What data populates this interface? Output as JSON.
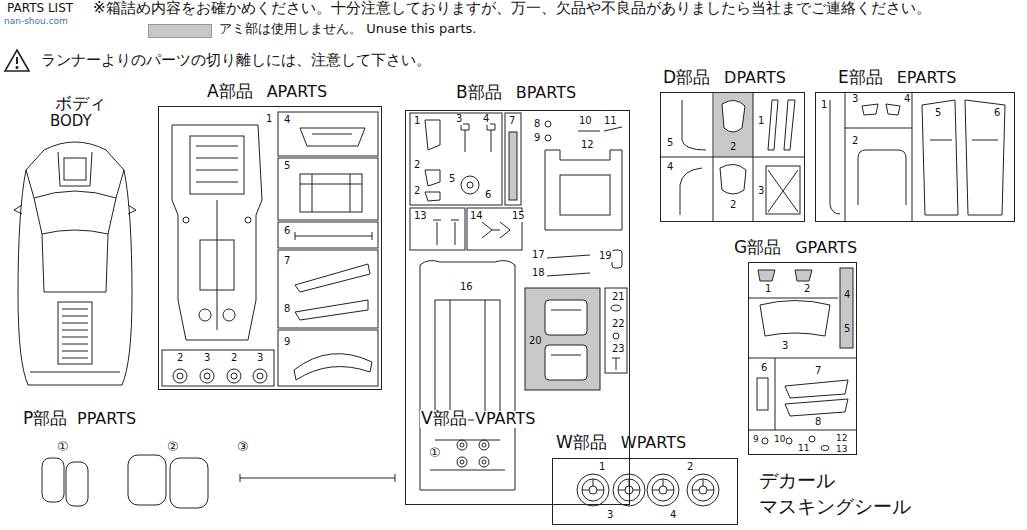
{
  "diagram": {
    "nodes": [
      {
        "text": [
          "A部品",
          "APARTS"
        ]
      },
      {
        "text": [
          "B部品",
          "BPARTS"
        ]
      },
      {
        "text": [
          "D部品",
          "DPARTS"
        ]
      },
      {
        "text": [
          "E部品",
          "EPARTS"
        ]
      },
      {
        "text": [
          "G部品",
          "GPARTS"
        ]
      },
      {
        "text": [
          "W部品",
          "WPARTS"
        ]
      }
    ],
    "labels": [
      "PARTS LIST",
      "※箱詰め内容をお確かめください。十分注意しておりますが、万一、欠品や不良品がありましたら当社までご連絡ください。",
      "nan-shou.com",
      "ランナーよりのパーツの切り離しには、注意して下さい。",
      "ボディ",
      "BODY",
      "P部品",
      "PPARTS",
      "①",
      "②",
      "③",
      "V部品",
      "VPARTS",
      "①",
      "デカール",
      "マスキングシール",
      "1",
      "4",
      "5",
      "6",
      "7",
      "8",
      "9",
      "2",
      "3",
      "2",
      "3",
      "1",
      "3",
      "4",
      "2",
      "2",
      "5",
      "6",
      "7",
      "8",
      "9",
      "10",
      "11",
      "12",
      "13",
      "14",
      "15",
      "16",
      "17",
      "18",
      "19",
      "20",
      "21",
      "22",
      "23",
      "5",
      "2",
      "1",
      "4",
      "2",
      "3",
      "1",
      "3",
      "4",
      "2",
      "5",
      "6",
      "1",
      "2",
      "4",
      "3",
      "5",
      "6",
      "7",
      "8",
      "9",
      "10",
      "11",
      "12",
      "13",
      "1",
      "2",
      "3",
      "4"
    ],
    "legend": [
      {
        "text": "アミ部は使用しません。 Unuse this parts.",
        "color": "#c8c8c8"
      }
    ]
  }
}
